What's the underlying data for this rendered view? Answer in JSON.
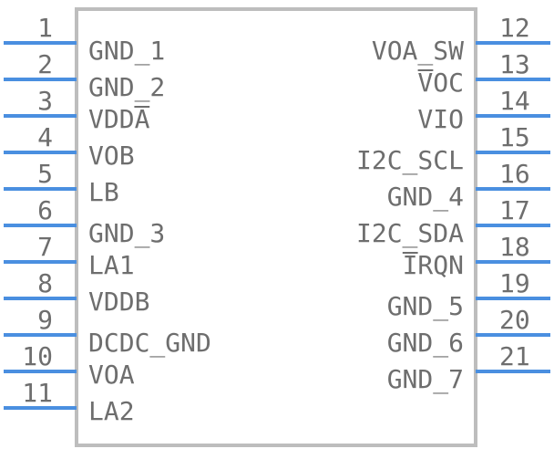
{
  "colors": {
    "pin": "#4a8fe0",
    "outline": "#bdbdbd",
    "text": "#6e6e6e",
    "background": "#ffffff"
  },
  "left_pins": [
    {
      "number": "1",
      "name": "GND_1"
    },
    {
      "number": "2",
      "name": "GND_2"
    },
    {
      "number": "3",
      "name": "VDDA"
    },
    {
      "number": "4",
      "name": "VOB"
    },
    {
      "number": "5",
      "name": "LB"
    },
    {
      "number": "6",
      "name": "GND_3"
    },
    {
      "number": "7",
      "name": "LA1"
    },
    {
      "number": "8",
      "name": "VDDB"
    },
    {
      "number": "9",
      "name": "DCDC_GND"
    },
    {
      "number": "10",
      "name": "VOA"
    },
    {
      "number": "11",
      "name": "LA2"
    }
  ],
  "right_pins": [
    {
      "number": "12",
      "name": "VOA_SW"
    },
    {
      "number": "13",
      "name": "VOC"
    },
    {
      "number": "14",
      "name": "VIO"
    },
    {
      "number": "15",
      "name": "I2C_SCL"
    },
    {
      "number": "16",
      "name": "GND_4"
    },
    {
      "number": "17",
      "name": "I2C_SDA"
    },
    {
      "number": "18",
      "name": "IRQN"
    },
    {
      "number": "19",
      "name": "GND_5"
    },
    {
      "number": "20",
      "name": "GND_6"
    },
    {
      "number": "21",
      "name": "GND_7"
    }
  ]
}
